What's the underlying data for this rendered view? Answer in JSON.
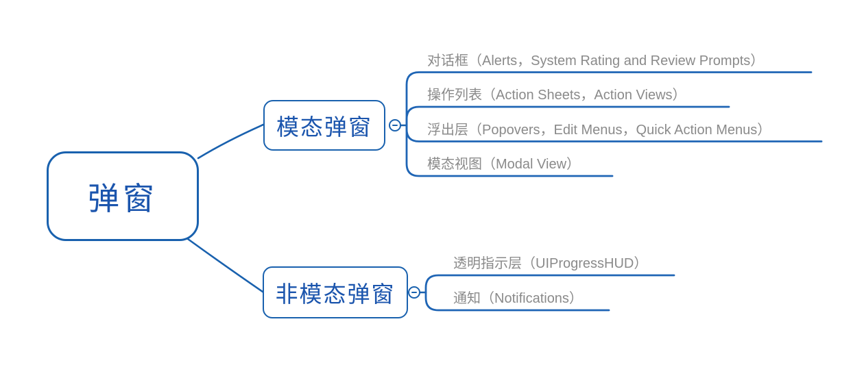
{
  "colors": {
    "branch_blue": "#1961ae",
    "underline_blue": "#1f65b5",
    "node_text_blue": "#1b55ad",
    "leaf_text_gray": "#8a8a8a",
    "background": "#ffffff"
  },
  "icons": {
    "collapse": "minus-circle"
  },
  "mindmap": {
    "root": {
      "label": "弹窗"
    },
    "branches": [
      {
        "label": "模态弹窗",
        "children": [
          {
            "label": "对话框（Alerts，System Rating and Review Prompts）"
          },
          {
            "label": "操作列表（Action Sheets，Action Views）"
          },
          {
            "label": "浮出层（Popovers，Edit Menus，Quick Action Menus）"
          },
          {
            "label": "模态视图（Modal View）"
          }
        ]
      },
      {
        "label": "非模态弹窗",
        "children": [
          {
            "label": "透明指示层（UIProgressHUD）"
          },
          {
            "label": "通知（Notifications）"
          }
        ]
      }
    ]
  }
}
